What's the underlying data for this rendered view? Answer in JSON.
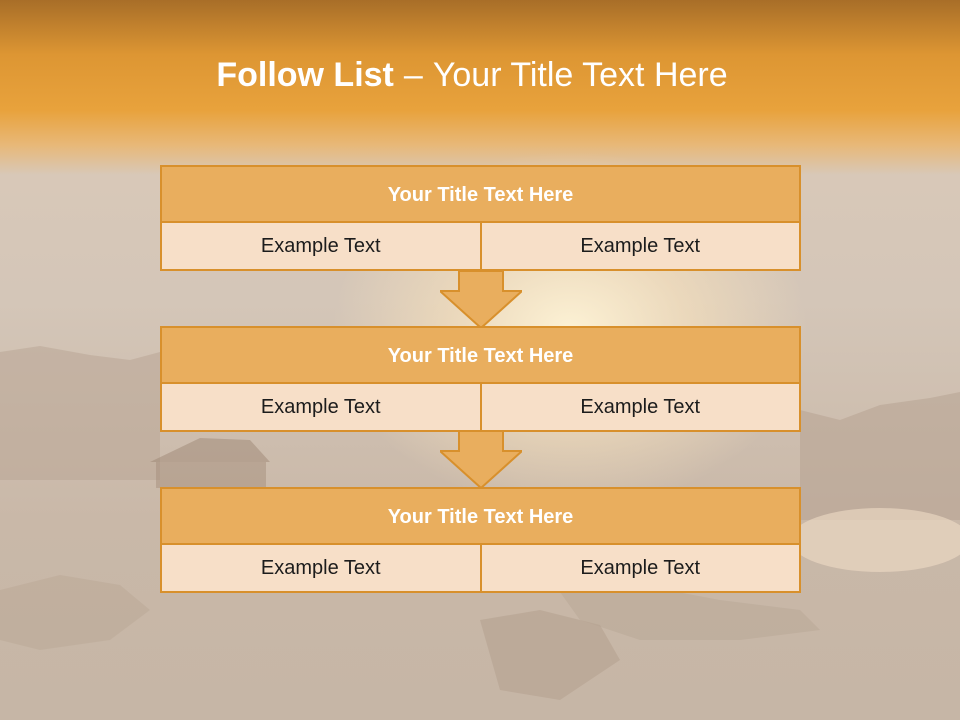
{
  "slide": {
    "title_bold": "Follow List",
    "title_separator": "–",
    "title_rest": "Your Title Text Here"
  },
  "steps": [
    {
      "title": "Your Title Text Here",
      "left": "Example Text",
      "right": "Example Text"
    },
    {
      "title": "Your Title Text Here",
      "left": "Example Text",
      "right": "Example Text"
    },
    {
      "title": "Your Title Text Here",
      "left": "Example Text",
      "right": "Example Text"
    }
  ],
  "colors": {
    "header_fill": "#e9ae5e",
    "border": "#d8902c",
    "cell_fill": "#f7dfc8",
    "title_bar": "#e8a23c"
  }
}
